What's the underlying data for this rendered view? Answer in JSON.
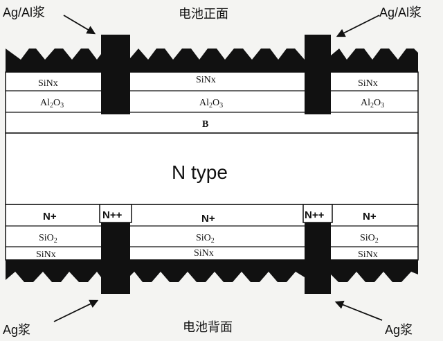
{
  "labels": {
    "front_face": "电池正面",
    "back_face": "电池背面",
    "front_paste_left": "Ag/Al浆",
    "front_paste_right": "Ag/Al浆",
    "back_paste_left": "Ag浆",
    "back_paste_right": "Ag浆",
    "substrate": "N type"
  },
  "front_layers": {
    "sinx": "SiNx",
    "al2o3_base": "Al",
    "al2o3_sub": "2",
    "al2o3_tail": "O",
    "al2o3_sub2": "3",
    "boron": "B"
  },
  "back_layers": {
    "n_plus": "N+",
    "n_plus_plus": "N++",
    "sio2_base": "SiO",
    "sio2_sub": "2",
    "sinx": "SiNx"
  },
  "colors": {
    "ink": "#111111",
    "background": "#f4f4f2",
    "layer_fill": "#ffffff"
  }
}
